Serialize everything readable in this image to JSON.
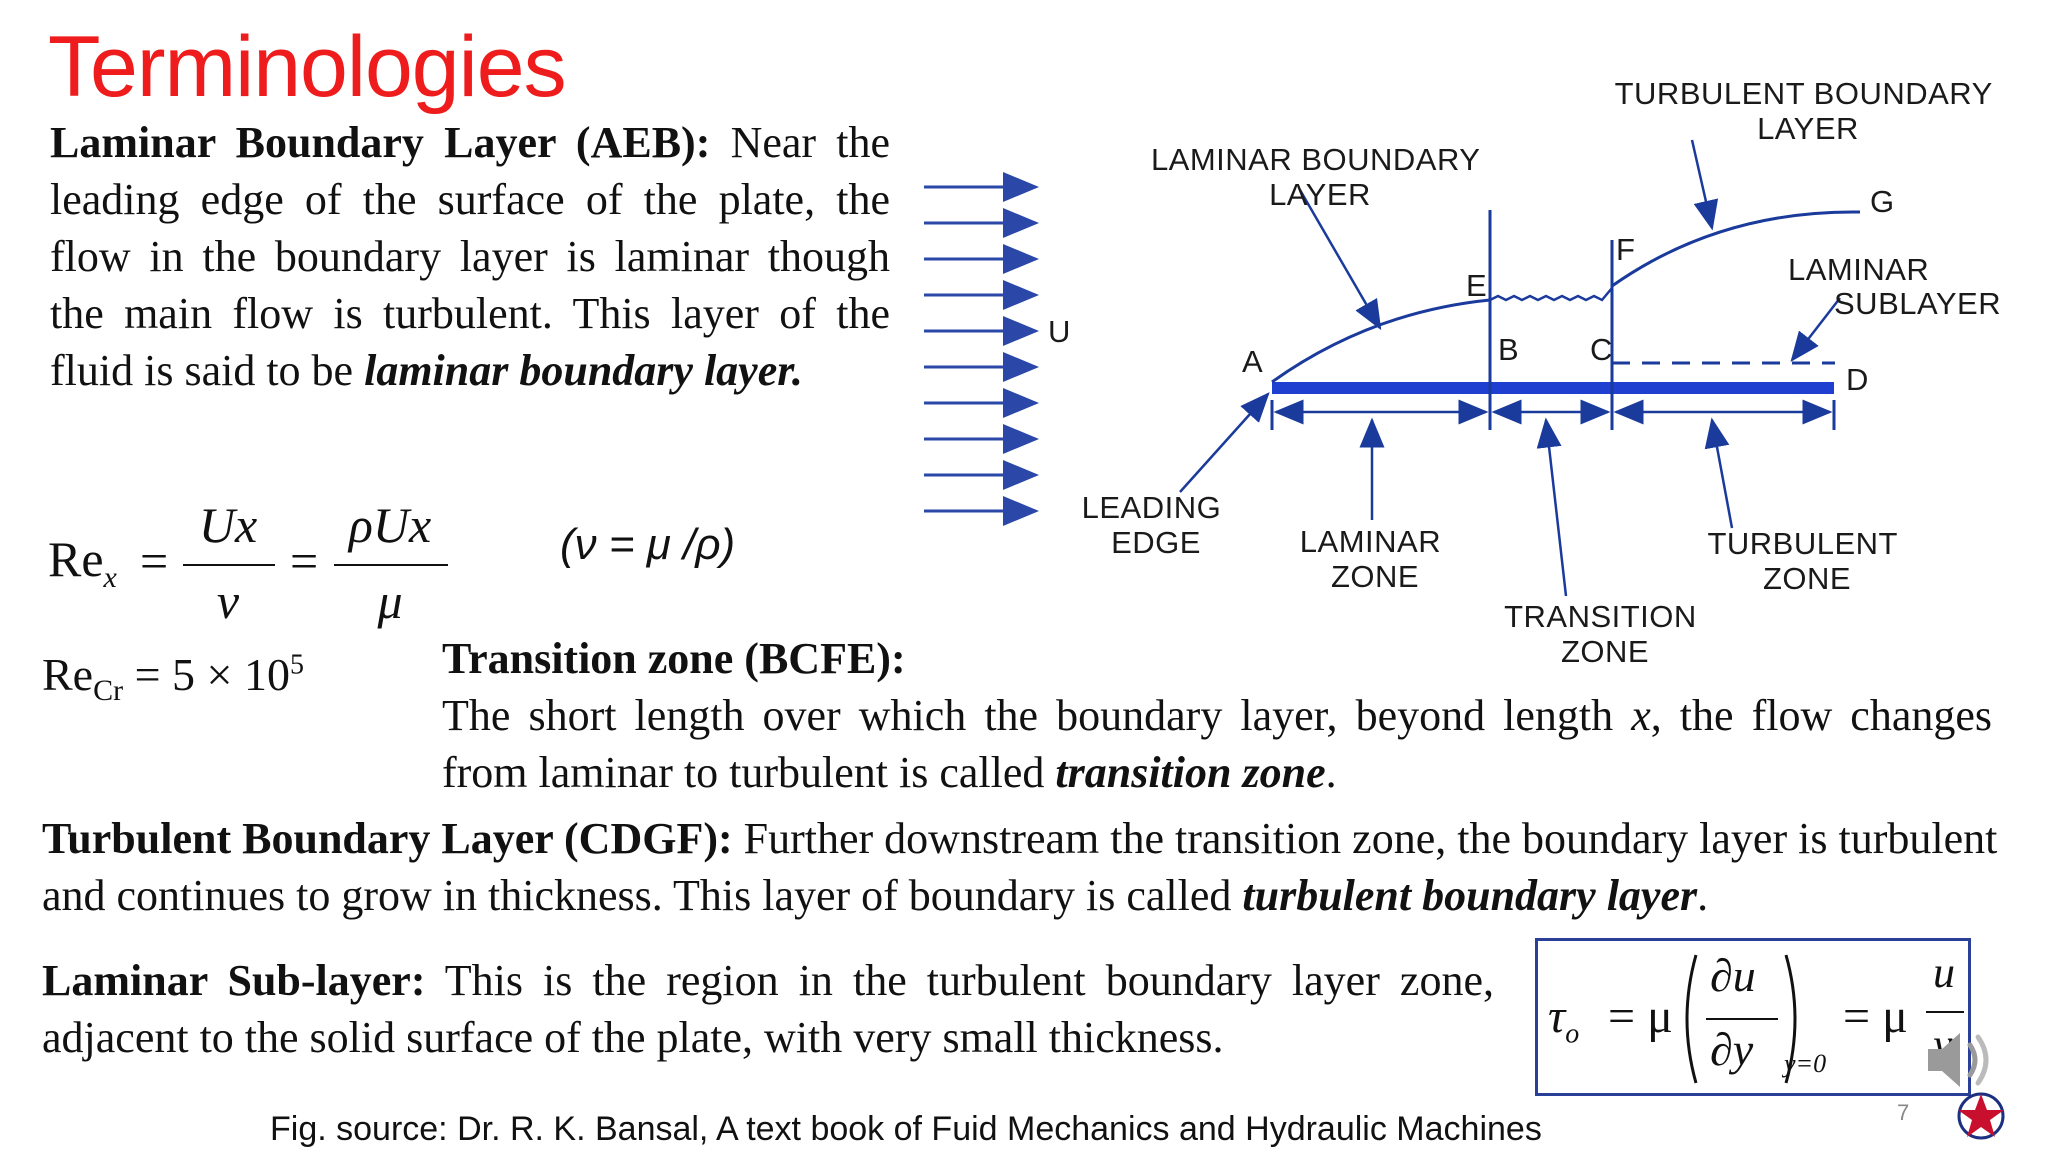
{
  "slide": {
    "title": "Terminologies",
    "page_number": "7"
  },
  "laminar": {
    "heading": "Laminar Boundary Layer (AEB):",
    "text": "Near the leading edge of the surface of the plate, the flow in the boundary layer is laminar though the main flow is turbulent. This layer of the fluid is said to be",
    "emphasis": "laminar boundary layer."
  },
  "equations": {
    "re_x_lhs": "Re",
    "re_x_sub": "x",
    "eq": "=",
    "frac1_num": "Ux",
    "frac1_den": "ν",
    "frac2_num": "ρUx",
    "frac2_den": "μ",
    "nu_def": "(ν = μ /ρ)",
    "re_cr_lhs": "Re",
    "re_cr_sub": "Cr",
    "re_cr_rhs": "= 5 × 10",
    "re_cr_exp": "5"
  },
  "transition": {
    "heading": "Transition zone (BCFE):",
    "text_part1": "The short length over which the boundary layer, beyond length",
    "text_var": "x",
    "text_part2": ", the flow changes from laminar to turbulent is called",
    "emphasis": "transition zone",
    "end": "."
  },
  "turbulent": {
    "heading": "Turbulent Boundary Layer (CDGF):",
    "text": "Further downstream the transition zone, the boundary layer is turbulent and continues to grow in thickness. This layer of boundary is called",
    "emphasis": "turbulent boundary layer",
    "end": "."
  },
  "sublayer": {
    "heading": "Laminar Sub-layer:",
    "text": "This is the region in the turbulent boundary layer zone, adjacent to the solid surface of the plate, with very small thickness."
  },
  "shear_equation": {
    "tau": "τ",
    "tau_sub": "o",
    "eq1": "= μ",
    "du": "∂u",
    "dy": "∂y",
    "eval_sub": "y=0",
    "eq2": "= μ",
    "u": "u",
    "y": "y"
  },
  "diagram": {
    "labels": {
      "turbulent_bl": [
        "TURBULENT BOUNDARY",
        "LAYER"
      ],
      "laminar_bl": [
        "LAMINAR BOUNDARY",
        "LAYER"
      ],
      "laminar_sub": [
        "LAMINAR",
        "SUBLAYER"
      ],
      "leading_edge": [
        "LEADING",
        "EDGE"
      ],
      "laminar_zone": [
        "LAMINAR",
        "ZONE"
      ],
      "transition_zone": [
        "TRANSITION",
        "ZONE"
      ],
      "turbulent_zone": [
        "TURBULENT",
        "ZONE"
      ],
      "u": "U",
      "a": "A",
      "b": "B",
      "c": "C",
      "d": "D",
      "e": "E",
      "f": "F",
      "g": "G"
    },
    "colors": {
      "plate": "#1f3fd1",
      "lines": "#1a3a9c",
      "arrows": "#2b47a8"
    }
  },
  "caption": "Fig. source: Dr. R. K. Bansal, A text book of Fuid Mechanics and Hydraulic Machines",
  "icons": {
    "audio": "speaker-icon",
    "logo": "star-logo"
  }
}
